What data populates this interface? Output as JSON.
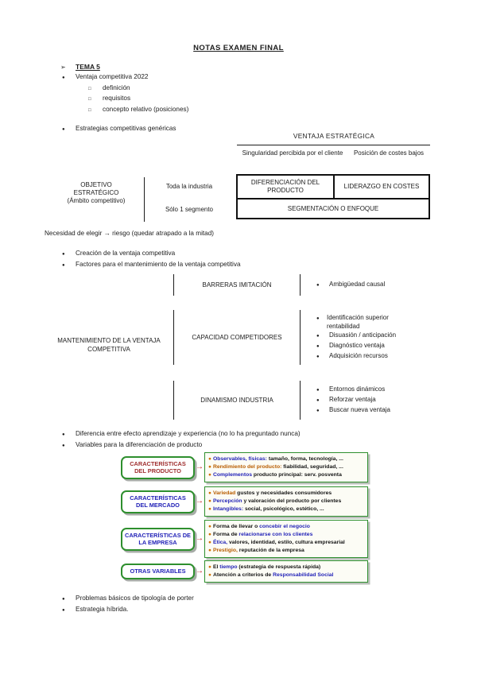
{
  "page": {
    "title": "NOTAS EXAMEN FINAL"
  },
  "outline": {
    "tema_bullet": "➢",
    "tema": "TEMA 5",
    "items": [
      {
        "level": 1,
        "text": "Ventaja competitiva 2022"
      },
      {
        "level": 2,
        "text": "definición"
      },
      {
        "level": 2,
        "text": "requisitos"
      },
      {
        "level": 2,
        "text": "concepto relativo (posiciones)"
      },
      {
        "level": 1,
        "text": "Estrategias competitivas genéricas",
        "gap": true
      }
    ]
  },
  "porter_table": {
    "header": "VENTAJA ESTRATÉGICA",
    "col1": "Singularidad percibida por el cliente",
    "col2": "Posición de costes bajos",
    "row_header_lines": [
      "OBJETIVO",
      "ESTRATÉGICO",
      "(Ámbito competitivo)"
    ],
    "row1_label": "Toda la industria",
    "row2_label": "Sólo 1 segmento",
    "cell_diff": "DIFERENCIACIÓN DEL PRODUCTO",
    "cell_cost": "LIDERAZGO EN COSTES",
    "cell_seg": "SEGMENTACIÓN O ENFOQUE"
  },
  "middle": {
    "need_line": "Necesidad de elegir → riesgo (quedar atrapado a la mitad)",
    "bullets": [
      "Creación de la ventaja competitiva",
      "Factores para el mantenimiento de la ventaja competitiva"
    ]
  },
  "maintenance": {
    "left_label": "MANTENIMIENTO DE LA VENTAJA COMPETITIVA",
    "rows": [
      {
        "factor": "BARRERAS IMITACIÓN",
        "points": [
          "Ambigüedad causal"
        ]
      },
      {
        "factor": "CAPACIDAD COMPETIDORES",
        "points": [
          "Identificación superior rentabilidad",
          "Disuasión / anticipación",
          "Diagnóstico ventaja",
          "Adquisición recursos"
        ]
      },
      {
        "factor": "DINAMISMO INDUSTRIA",
        "points": [
          "Entornos dinámicos",
          "Reforzar ventaja",
          "Buscar nueva ventaja"
        ]
      }
    ]
  },
  "post_bullets": [
    "Diferencia entre efecto aprendizaje y experiencia (no lo ha preguntado nunca)",
    "Variables para la diferenciación de producto"
  ],
  "variables_boxes": [
    {
      "title": "CARACTERÍSTICAS DEL PRODUCTO",
      "title_color": "#a03030",
      "items": [
        {
          "segments": [
            {
              "t": "Observables, físicas:",
              "c": "blue"
            },
            {
              "t": " tamaño, forma, tecnología, ...",
              "c": "black"
            }
          ]
        },
        {
          "segments": [
            {
              "t": "Rendimiento del producto:",
              "c": "orange"
            },
            {
              "t": " fiabilidad, seguridad, ...",
              "c": "black"
            }
          ]
        },
        {
          "segments": [
            {
              "t": "Complementos",
              "c": "blue"
            },
            {
              "t": " producto principal: serv. posventa",
              "c": "black"
            }
          ]
        }
      ]
    },
    {
      "title": "CARACTERÍSTICAS DEL MERCADO",
      "title_color": "#2323b8",
      "items": [
        {
          "segments": [
            {
              "t": "Variedad",
              "c": "orange"
            },
            {
              "t": " gustos y necesidades consumidores",
              "c": "black"
            }
          ]
        },
        {
          "segments": [
            {
              "t": "Percepción",
              "c": "blue"
            },
            {
              "t": " y valoración del producto por clientes",
              "c": "black"
            }
          ]
        },
        {
          "segments": [
            {
              "t": "Intangibles:",
              "c": "blue"
            },
            {
              "t": " social, psicológico, estético, ...",
              "c": "black"
            }
          ]
        }
      ]
    },
    {
      "title": "CARACTERÍSTICAS DE LA EMPRESA",
      "title_color": "#2323b8",
      "items": [
        {
          "segments": [
            {
              "t": "Forma de llevar o ",
              "c": "black"
            },
            {
              "t": "concebir el negocio",
              "c": "blue"
            }
          ]
        },
        {
          "segments": [
            {
              "t": "Forma de ",
              "c": "black"
            },
            {
              "t": "relacionarse con los clientes",
              "c": "blue"
            }
          ]
        },
        {
          "segments": [
            {
              "t": "Ética,",
              "c": "blue"
            },
            {
              "t": " valores, identidad, estilo, cultura empresarial",
              "c": "black"
            }
          ]
        },
        {
          "segments": [
            {
              "t": "Prestigio,",
              "c": "orange"
            },
            {
              "t": " reputación de la empresa",
              "c": "black"
            }
          ]
        }
      ]
    },
    {
      "title": "OTRAS VARIABLES",
      "title_color": "#2323b8",
      "items": [
        {
          "segments": [
            {
              "t": "El ",
              "c": "black"
            },
            {
              "t": "tiempo",
              "c": "blue"
            },
            {
              "t": " (estrategia de respuesta rápida)",
              "c": "black"
            }
          ]
        },
        {
          "segments": [
            {
              "t": "Atención a criterios de ",
              "c": "black"
            },
            {
              "t": "Responsabilidad Social",
              "c": "blue"
            }
          ]
        }
      ]
    }
  ],
  "bottom_bullets": [
    "Problemas básicos de tipología de porter",
    "Estrategia híbrida."
  ],
  "colors": {
    "box_border_green": "#2e8f2e",
    "arrow_red": "#c02020",
    "keyword_blue": "#2323b8",
    "keyword_orange": "#b85c00",
    "bullet_orange": "#d07000",
    "text": "#1c1c1c"
  }
}
